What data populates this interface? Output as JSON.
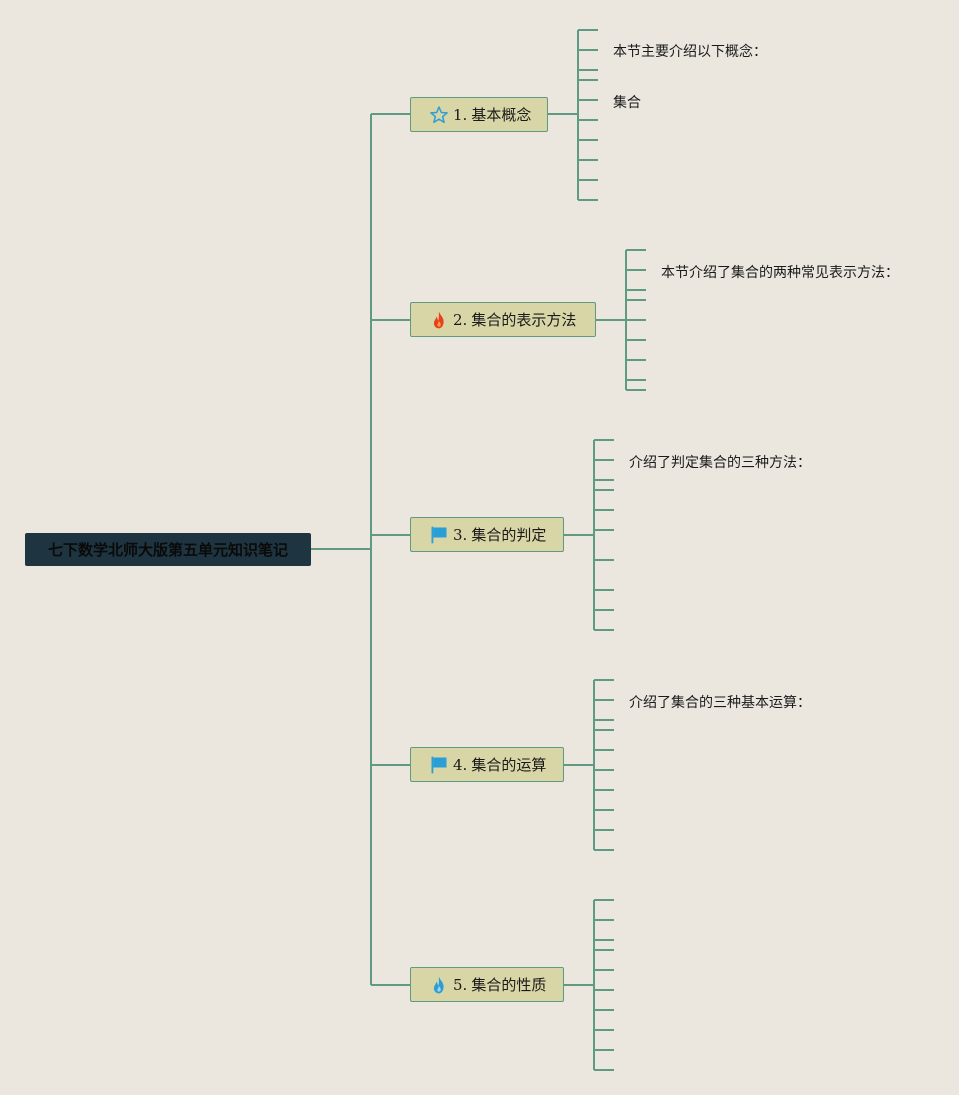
{
  "root": {
    "title": "七下数学北师大版第五单元知识笔记"
  },
  "branches": [
    {
      "num": "1.",
      "label": "基本概念",
      "icon": "star-icon",
      "color": "#2a9fd6",
      "leaves": [
        "本节主要介绍以下概念：",
        "集合"
      ]
    },
    {
      "num": "2.",
      "label": "集合的表示方法",
      "icon": "fire-icon",
      "color": "#e8401c",
      "leaves": [
        "本节介绍了集合的两种常见表示方法："
      ]
    },
    {
      "num": "3.",
      "label": "集合的判定",
      "icon": "flag-icon",
      "color": "#2a9fd6",
      "leaves": [
        "介绍了判定集合的三种方法："
      ]
    },
    {
      "num": "4.",
      "label": "集合的运算",
      "icon": "flag-icon",
      "color": "#2a9fd6",
      "leaves": [
        "介绍了集合的三种基本运算："
      ]
    },
    {
      "num": "5.",
      "label": "集合的性质",
      "icon": "blue-fire-icon",
      "color": "#2a9fd6",
      "leaves": []
    }
  ],
  "colors": {
    "background": "#ebe7df",
    "line": "#5f9a83",
    "root_fill": "#1e3440",
    "branch_fill": "#d8d6a6"
  }
}
